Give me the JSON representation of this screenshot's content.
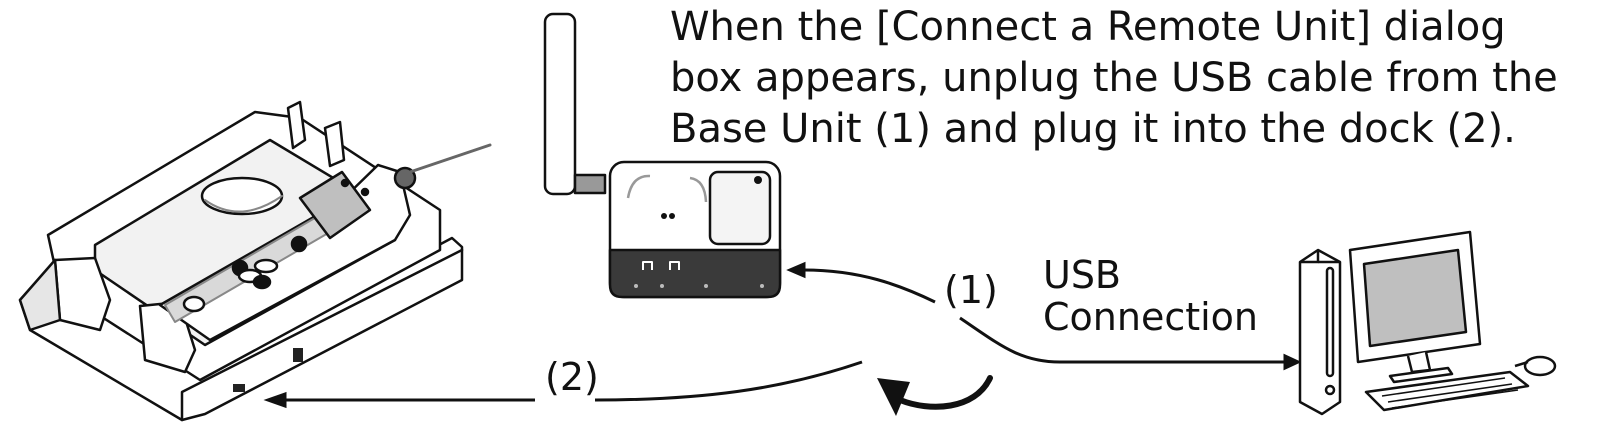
{
  "instruction": {
    "lines": [
      "When the [Connect a Remote Unit] dialog",
      "box appears, unplug the USB cable from the",
      "Base Unit (1) and plug it into the dock (2)."
    ]
  },
  "labels": {
    "step1": "(1)",
    "step2": "(2)",
    "usb_line1": "USB",
    "usb_line2": "Connection"
  },
  "colors": {
    "line": "#111111",
    "base_unit_band": "#3a3a3a",
    "light_gray": "#dcdcdc",
    "mid_gray": "#b4b4b4"
  },
  "icons": {
    "dock": "docking-cradle-with-remote-unit",
    "base_unit": "wireless-base-unit-with-antenna",
    "computer": "desktop-computer-with-keyboard-and-mouse",
    "arrow": "curved-arrow"
  }
}
